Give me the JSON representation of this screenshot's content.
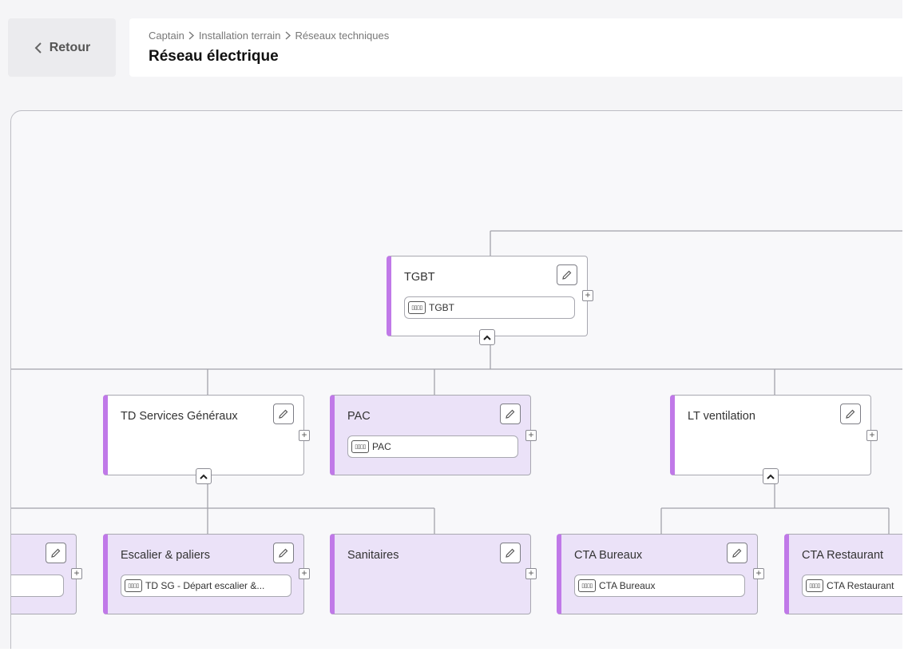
{
  "header": {
    "back_label": "Retour",
    "breadcrumb": [
      "Captain",
      "Installation terrain",
      "Réseaux techniques"
    ],
    "title": "Réseau électrique"
  },
  "colors": {
    "accent": "#c079e8",
    "node_fill_alt": "#ebe2f8"
  },
  "tree": {
    "root": {
      "name": "TGBT",
      "chip": "TGBT"
    },
    "level1": [
      {
        "name": "TD Services Généraux",
        "chip": ""
      },
      {
        "name": "PAC",
        "chip": "PAC"
      },
      {
        "name": "LT ventilation",
        "chip": ""
      }
    ],
    "level2": [
      {
        "name": "",
        "chip": ""
      },
      {
        "name": "Escalier & paliers",
        "chip": "TD SG - Départ escalier &..."
      },
      {
        "name": "Sanitaires",
        "chip": ""
      },
      {
        "name": "CTA Bureaux",
        "chip": "CTA Bureaux"
      },
      {
        "name": "CTA Restaurant",
        "chip": "CTA Restaurant"
      }
    ]
  },
  "icons": {
    "edit": "pencil-icon",
    "meter": "meter-icon",
    "add": "plus-icon",
    "collapse": "chevron-up-icon",
    "back": "chevron-left-icon"
  }
}
